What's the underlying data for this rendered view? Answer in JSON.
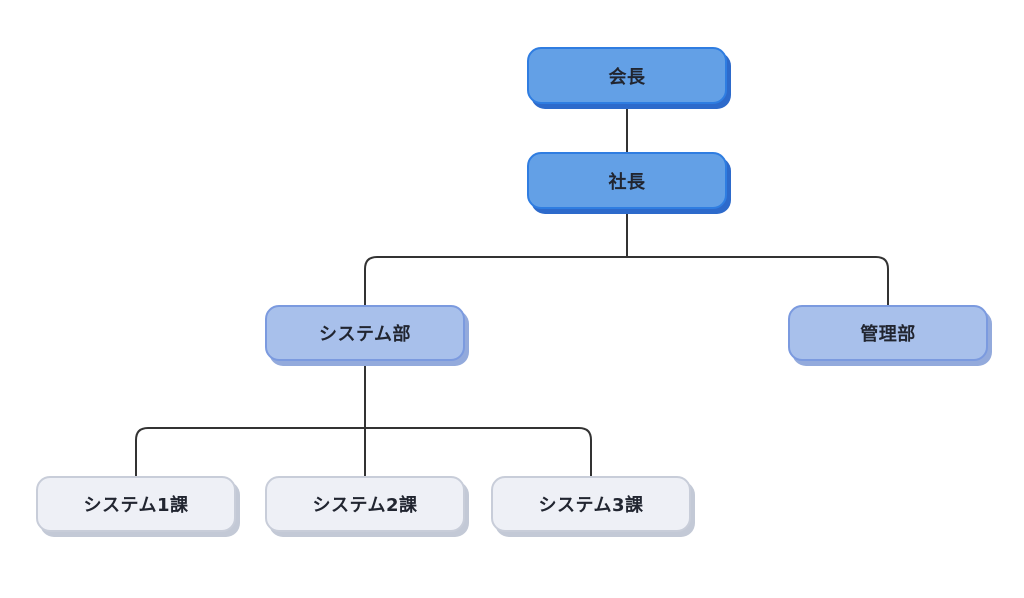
{
  "diagram": {
    "type": "org-chart",
    "nodes": [
      {
        "id": "chairman",
        "label": "会長",
        "level": "primary"
      },
      {
        "id": "president",
        "label": "社長",
        "level": "primary"
      },
      {
        "id": "system-dept",
        "label": "システム部",
        "level": "secondary"
      },
      {
        "id": "admin-dept",
        "label": "管理部",
        "level": "secondary"
      },
      {
        "id": "system-sec-1",
        "label": "システム1課",
        "level": "leaf"
      },
      {
        "id": "system-sec-2",
        "label": "システム2課",
        "level": "leaf"
      },
      {
        "id": "system-sec-3",
        "label": "システム3課",
        "level": "leaf"
      }
    ],
    "edges": [
      {
        "from": "chairman",
        "to": "president"
      },
      {
        "from": "president",
        "to": "system-dept"
      },
      {
        "from": "president",
        "to": "admin-dept"
      },
      {
        "from": "system-dept",
        "to": "system-sec-1"
      },
      {
        "from": "system-dept",
        "to": "system-sec-2"
      },
      {
        "from": "system-dept",
        "to": "system-sec-3"
      }
    ],
    "colors": {
      "canvas_bg": "#ffffff",
      "line": "#333333",
      "label": "#212530",
      "primary_fill": "#63A0E6",
      "primary_border": "#2F7DE1",
      "primary_shadow": "#2D6ACB",
      "secondary_fill": "#A8C0EB",
      "secondary_border": "#7B9ADF",
      "secondary_shadow": "#93AADC",
      "leaf_fill": "#EEF0F6",
      "leaf_border": "#C8CDD9",
      "leaf_shadow": "#C3C9D6"
    }
  }
}
